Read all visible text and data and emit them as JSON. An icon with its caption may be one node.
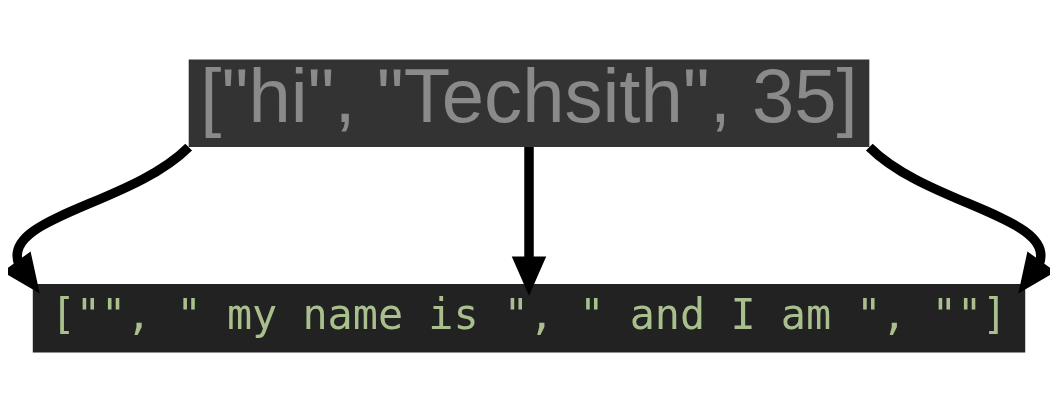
{
  "diagram": {
    "nodes": [
      {
        "text": [
          "[\"hi\", \"Techsith\", 35]"
        ]
      },
      {
        "text": [
          "[\"\", \" my name is \", \" and I am \", \"\"]"
        ]
      }
    ],
    "edges": [
      {
        "from": 0,
        "to": 1,
        "arrow": "to"
      },
      {
        "from": 0,
        "to": 1,
        "arrow": "to"
      },
      {
        "from": 0,
        "to": 1,
        "arrow": "to"
      }
    ]
  }
}
